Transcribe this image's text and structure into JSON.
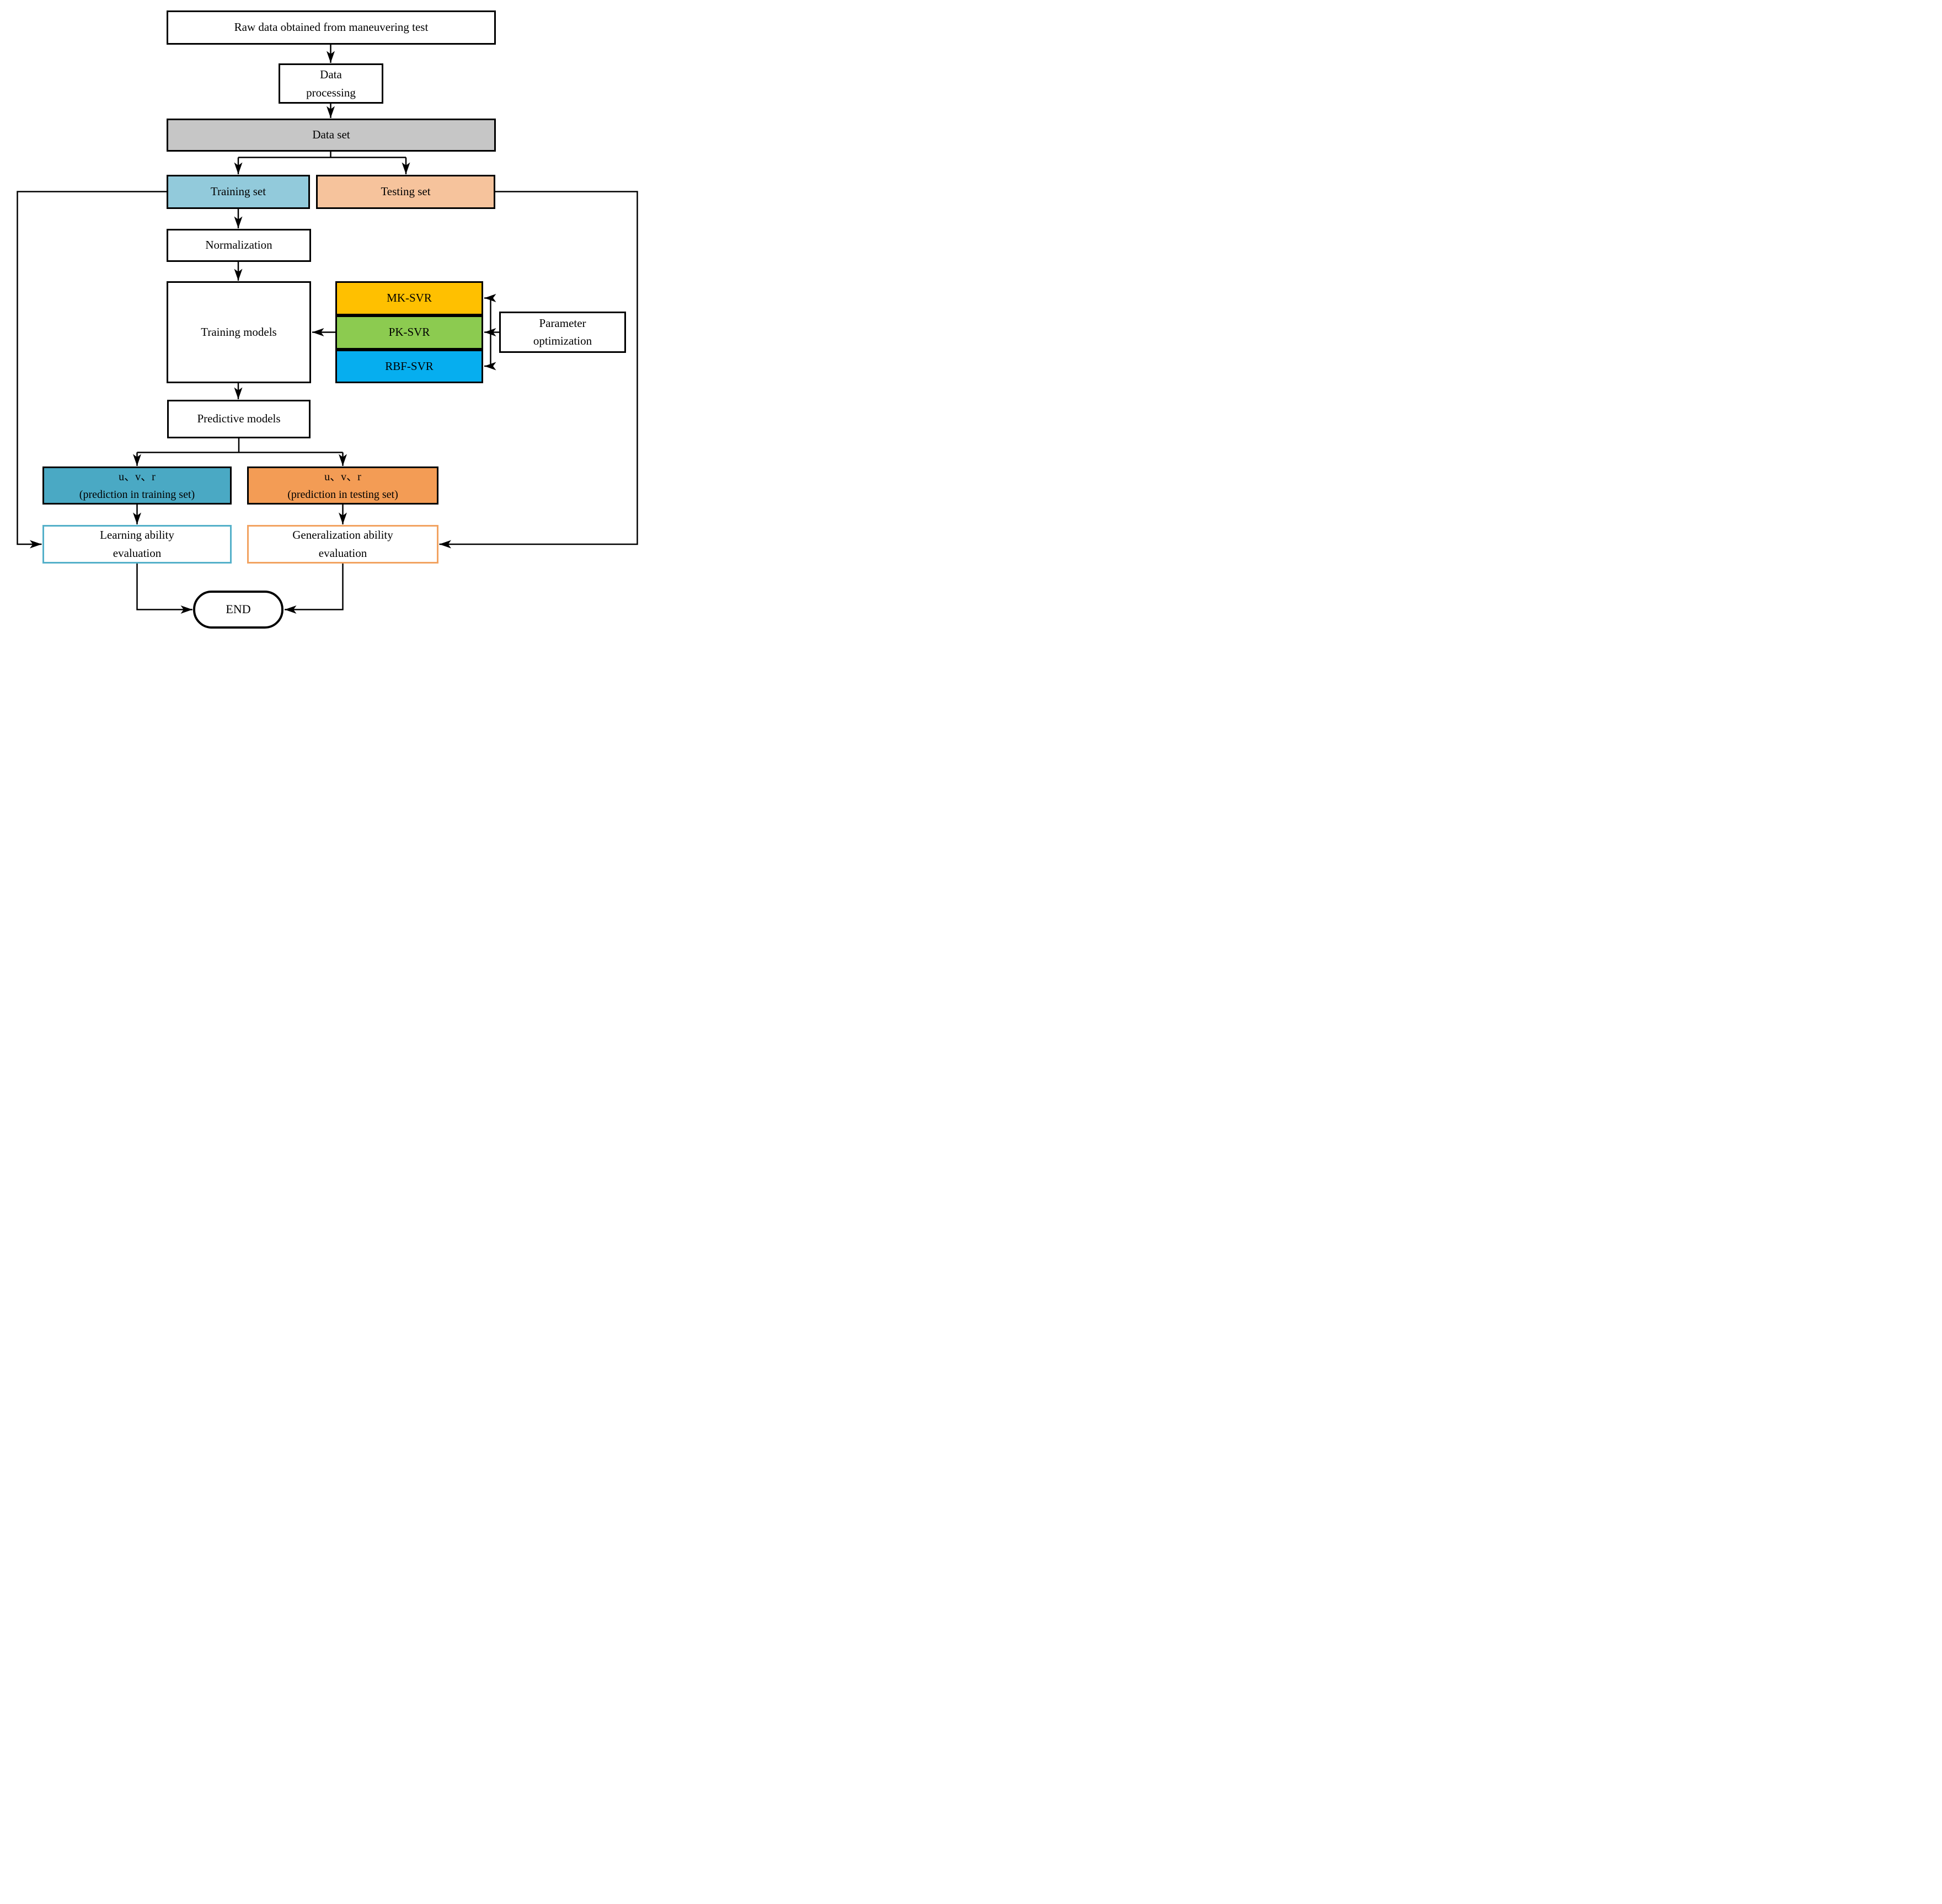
{
  "nodes": {
    "raw_data": {
      "label": "Raw data obtained from maneuvering test"
    },
    "data_processing": {
      "label": "Data\nprocessing"
    },
    "data_set": {
      "label": "Data set"
    },
    "training_set": {
      "label": "Training set"
    },
    "testing_set": {
      "label": "Testing set"
    },
    "normalization": {
      "label": "Normalization"
    },
    "training_models": {
      "label": "Training models"
    },
    "mk_svr": {
      "label": "MK-SVR"
    },
    "pk_svr": {
      "label": "PK-SVR"
    },
    "rbf_svr": {
      "label": "RBF-SVR"
    },
    "parameter_optimization": {
      "label": "Parameter\noptimization"
    },
    "predictive_models": {
      "label": "Predictive models"
    },
    "prediction_training": {
      "label": "u、v、r\n(prediction in training set)"
    },
    "prediction_testing": {
      "label": "u、v、r\n(prediction in testing set)"
    },
    "learning_evaluation": {
      "label": "Learning ability\nevaluation"
    },
    "generalization_evaluation": {
      "label": "Generalization ability\nevaluation"
    },
    "end": {
      "label": "END"
    }
  },
  "colors": {
    "data_set_fill": "#C6C6C6",
    "training_set_fill": "#92CADB",
    "testing_set_fill": "#F6C39C",
    "mk_svr_fill": "#FFC000",
    "pk_svr_fill": "#8CCB50",
    "rbf_svr_fill": "#06AEEF",
    "prediction_training_fill": "#4AA9C4",
    "prediction_testing_fill": "#F39C55",
    "learning_border": "#54B0C9",
    "generalization_border": "#F2A361",
    "line": "#000000"
  }
}
